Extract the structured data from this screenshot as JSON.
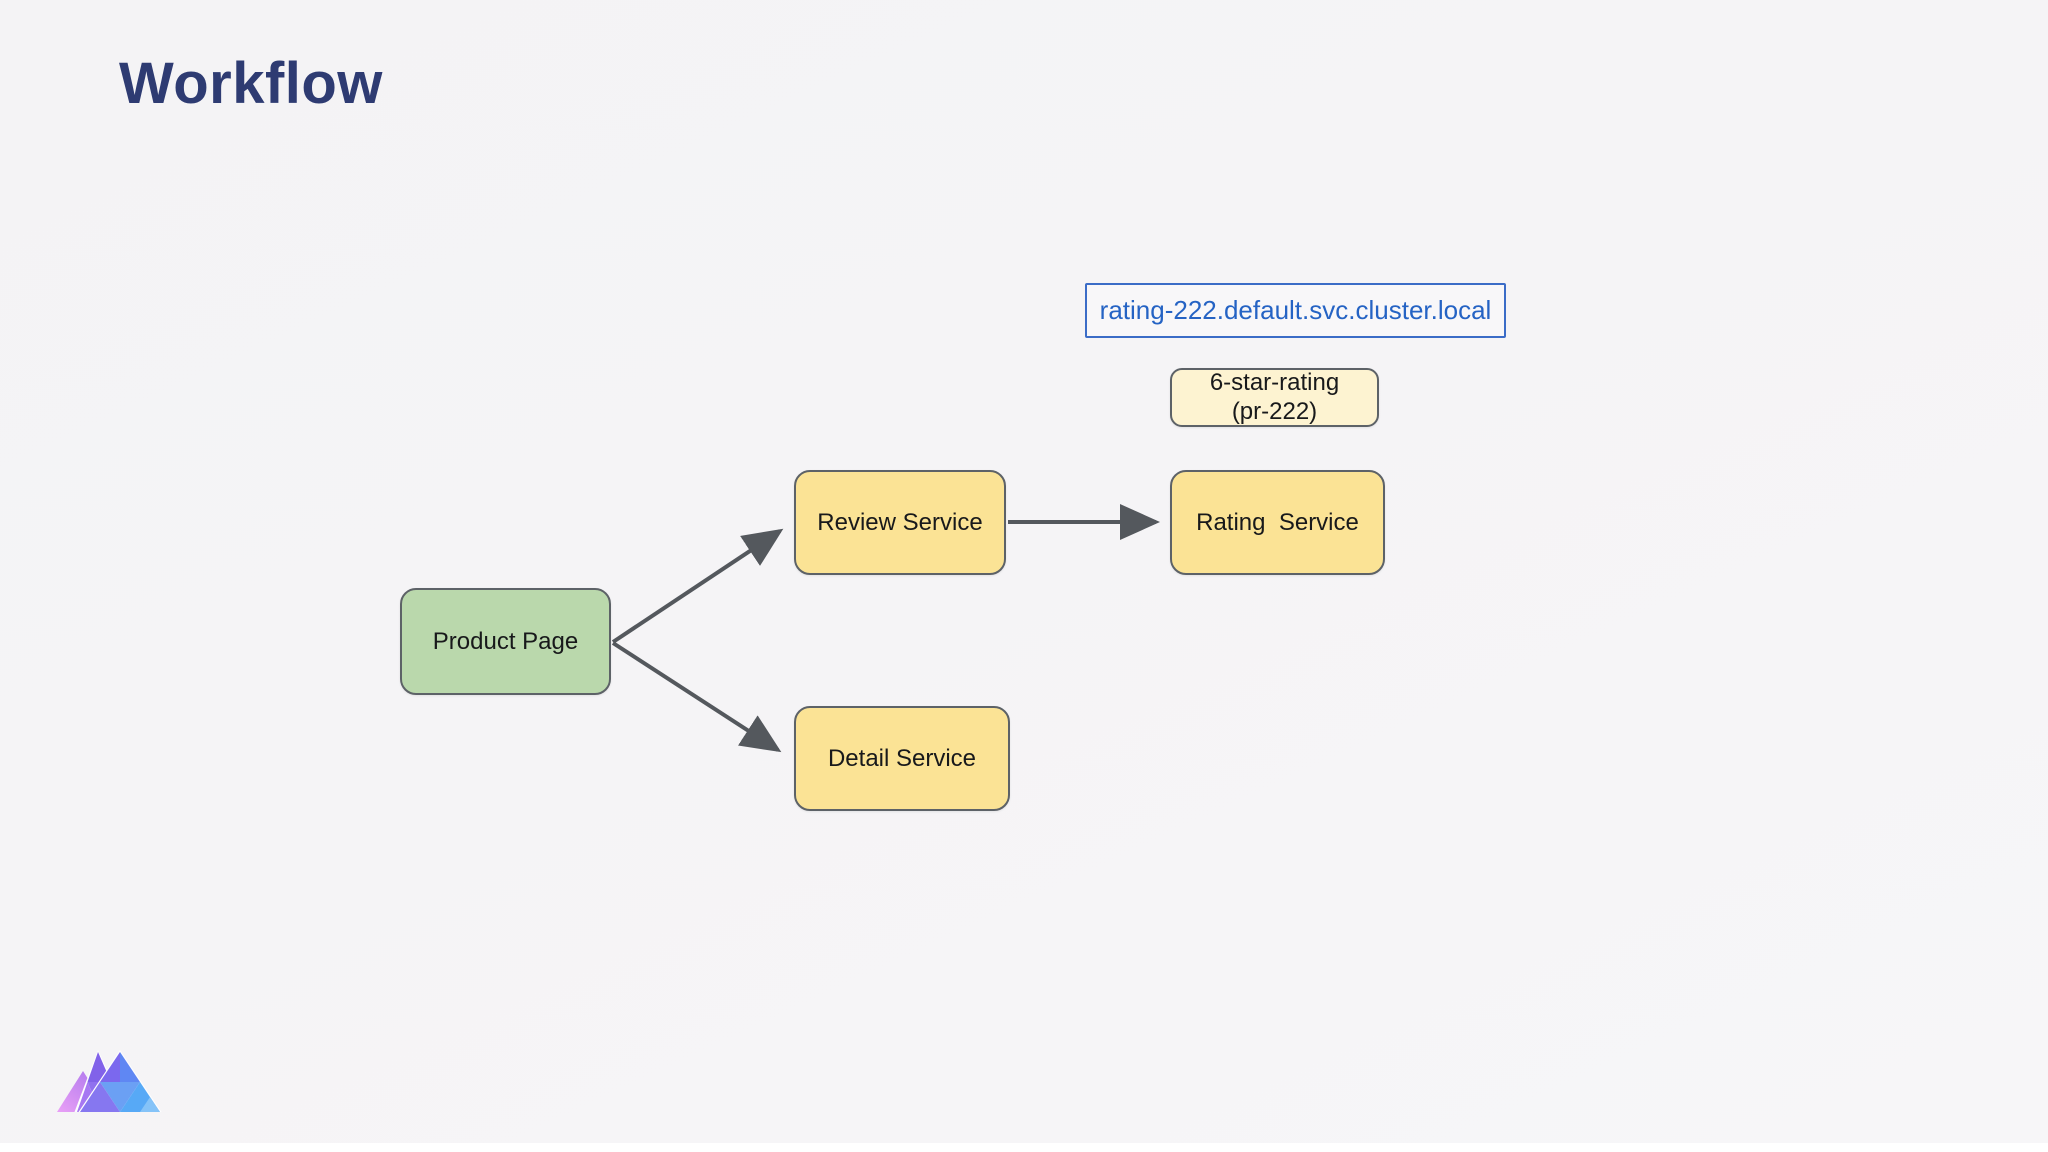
{
  "title": "Workflow",
  "diagram": {
    "nodes": {
      "product": {
        "label": "Product Page"
      },
      "review": {
        "label": "Review Service"
      },
      "rating": {
        "label": "Rating  Service"
      },
      "detail": {
        "label": "Detail Service"
      }
    },
    "pr_badge": {
      "line1": "6-star-rating",
      "line2": "(pr-222)"
    },
    "url_label": {
      "text": "rating-222.default.svc.cluster.local"
    },
    "edges": [
      {
        "from": "product",
        "to": "review"
      },
      {
        "from": "product",
        "to": "detail"
      },
      {
        "from": "review",
        "to": "rating"
      }
    ]
  },
  "colors": {
    "background": "#f5f4f6",
    "title_text": "#2e3b72",
    "node_yellow_fill": "#fbe395",
    "node_green_fill": "#bad8ac",
    "badge_cream_fill": "#fdf3d1",
    "node_border": "#5d6267",
    "arrow": "#54585d",
    "url_border": "#3b6cc7",
    "url_text": "#2563c4",
    "node_text": "#18191b",
    "logo_pink": "#d48ff2",
    "logo_violet": "#8a6aec",
    "logo_blue": "#58a7f5"
  },
  "logo": {
    "name": "triangle-m-logo"
  }
}
